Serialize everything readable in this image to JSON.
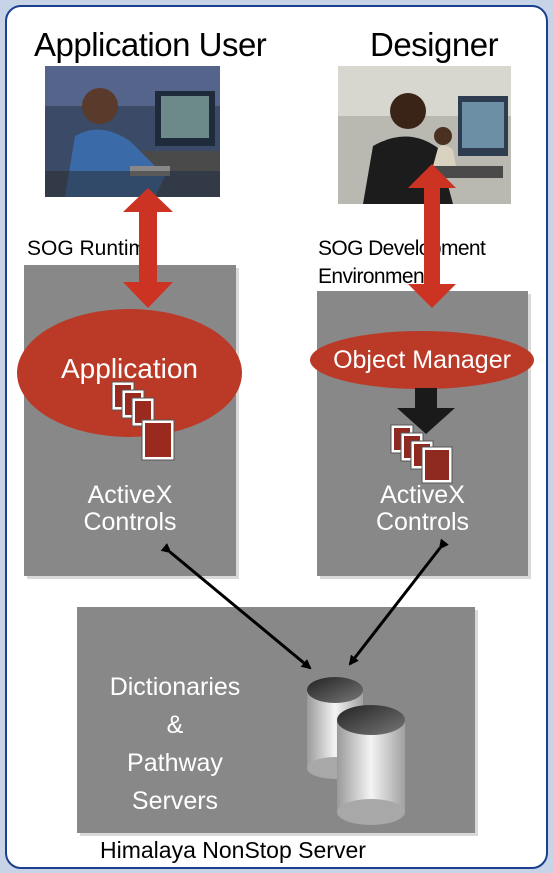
{
  "users": {
    "application_user": "Application User",
    "designer": "Designer"
  },
  "runtime": {
    "label": "SOG Runtime",
    "application": "Application",
    "controls_line1": "ActiveX",
    "controls_line2": "Controls"
  },
  "development": {
    "label_line1": "SOG Development",
    "label_line2": "Environment",
    "object_manager": "Object Manager",
    "controls_line1": "ActiveX",
    "controls_line2": "Controls"
  },
  "server": {
    "line1": "Dictionaries",
    "line2": "&",
    "line3": "Pathway",
    "line4": "Servers",
    "caption": "Himalaya NonStop Server"
  },
  "colors": {
    "accent_red": "#bb3a27",
    "box_gray": "#888888",
    "frame_blue": "#1a3f8f"
  }
}
